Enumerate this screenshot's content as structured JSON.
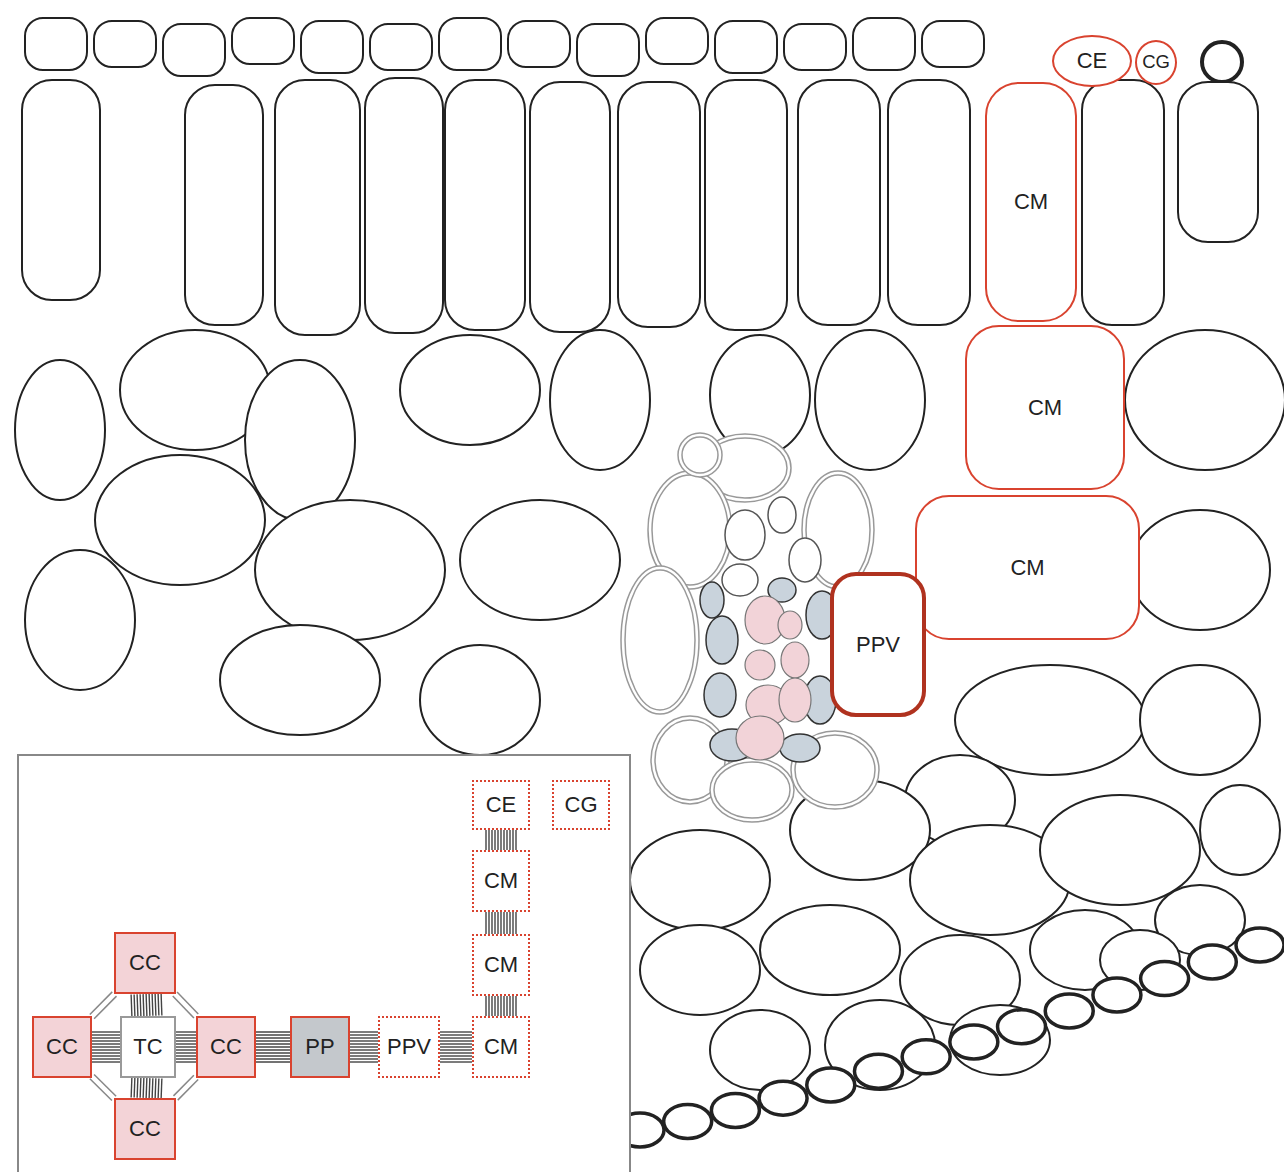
{
  "diagram": {
    "nodes": [
      {
        "text": [
          "CE"
        ]
      },
      {
        "text": [
          "CG"
        ]
      },
      {
        "text": [
          "CM"
        ]
      },
      {
        "text": [
          "CM"
        ]
      },
      {
        "text": [
          "CM"
        ]
      },
      {
        "text": [
          "PPV"
        ]
      },
      {
        "text": [
          "CE"
        ]
      },
      {
        "text": [
          "CG"
        ]
      },
      {
        "text": [
          "CM"
        ]
      },
      {
        "text": [
          "CM"
        ]
      },
      {
        "text": [
          "CC"
        ]
      },
      {
        "text": [
          "CM"
        ]
      },
      {
        "text": [
          "CC"
        ]
      },
      {
        "text": [
          "TC"
        ]
      },
      {
        "text": [
          "CC"
        ]
      },
      {
        "text": [
          "PP"
        ]
      },
      {
        "text": [
          "PPV"
        ]
      },
      {
        "text": [
          "CC"
        ]
      }
    ],
    "edges": [
      {
        "from": 6,
        "to": 8,
        "arrow": "none"
      },
      {
        "from": 8,
        "to": 9,
        "arrow": "none"
      },
      {
        "from": 9,
        "to": 11,
        "arrow": "none"
      },
      {
        "from": 16,
        "to": 11,
        "arrow": "none"
      },
      {
        "from": 15,
        "to": 16,
        "arrow": "none"
      },
      {
        "from": 14,
        "to": 15,
        "arrow": "none"
      },
      {
        "from": 13,
        "to": 14,
        "arrow": "none"
      },
      {
        "from": 10,
        "to": 13,
        "arrow": "none"
      },
      {
        "from": 12,
        "to": 13,
        "arrow": "none"
      },
      {
        "from": 13,
        "to": 17,
        "arrow": "none"
      },
      {
        "from": 10,
        "to": 12,
        "arrow": "none"
      },
      {
        "from": 12,
        "to": 17,
        "arrow": "none"
      },
      {
        "from": 17,
        "to": 14,
        "arrow": "none"
      },
      {
        "from": 14,
        "to": 10,
        "arrow": "none"
      }
    ]
  }
}
